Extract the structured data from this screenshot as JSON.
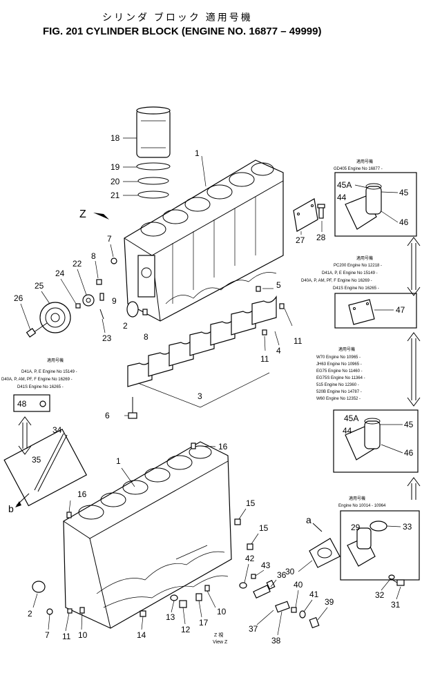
{
  "header": {
    "title_ja": "シリンダ ブロック 適用号機",
    "title_en": "FIG. 201 CYLINDER BLOCK (ENGINE NO. 16877 – 49999)"
  },
  "view_marker": "Z",
  "view_caption": "View Z",
  "view_caption_ja": "Z 視",
  "side_marker": "b",
  "side_marker_a": "a",
  "box_top_right": {
    "heading": "適用号機",
    "lines": [
      "GD405 Engine No 16877 -"
    ]
  },
  "box_mid_right": {
    "heading": "適用号機",
    "lines": [
      "PC200 Engine No 12218 -",
      "D41A, P, E Engine No 15149 -",
      "D40A, P, AM, PF, F Engine No 16269 -",
      "D41S Engine No 16265 -"
    ]
  },
  "box_lower_right": {
    "heading": "適用号機",
    "lines": [
      "W70 Engine No 10965 -",
      "JH63 Engine No 10965 -",
      "EG75 Engine No 11460 -",
      "EG75S Engine No 11364 -",
      "515 Engine No 12360 -",
      "520B Engine No 14787 -",
      "W60 Engine No 12352 -"
    ]
  },
  "box_bottom_right": {
    "heading": "適用号機",
    "lines": [
      "Engine No 10014 - 10964"
    ]
  },
  "box_left": {
    "heading": "適用号機",
    "lines": [
      "D41A, P, E Engine No 15149 -",
      "D40A, P, AM, PF, F Engine No 16269 -",
      "D41S Engine No 16265 -"
    ]
  },
  "callouts": {
    "c18": "18",
    "c19": "19",
    "c20": "20",
    "c21": "21",
    "c1_top": "1",
    "c27": "27",
    "c28": "28",
    "c7_top": "7",
    "c8_top": "8",
    "c22": "22",
    "c24": "24",
    "c25": "25",
    "c26": "26",
    "c9": "9",
    "c23": "23",
    "c2_top": "2",
    "c8_mid": "8",
    "c5": "5",
    "c4": "4",
    "c11_a": "11",
    "c11_b": "11",
    "c3": "3",
    "c6": "6",
    "c45A_top": "45A",
    "c45_top": "45",
    "c44_top": "44",
    "c46_top": "46",
    "c47": "47",
    "c45A_low": "45A",
    "c45_low": "45",
    "c44_low": "44",
    "c46_low": "46",
    "c48": "48",
    "c34": "34",
    "c35": "35",
    "c16_top": "16",
    "c1_low": "1",
    "c16_left": "16",
    "c15_a": "15",
    "c15_b": "15",
    "c42": "42",
    "c43": "43",
    "c36": "36",
    "c30": "30",
    "c29": "29",
    "c33": "33",
    "c32": "32",
    "c31": "31",
    "c40": "40",
    "c41": "41",
    "c39": "39",
    "c37": "37",
    "c38": "38",
    "c2_low": "2",
    "c7_low": "7",
    "c11_low": "11",
    "c10_low": "10",
    "c14": "14",
    "c13": "13",
    "c12": "12",
    "c17": "17",
    "c10_r": "10"
  }
}
